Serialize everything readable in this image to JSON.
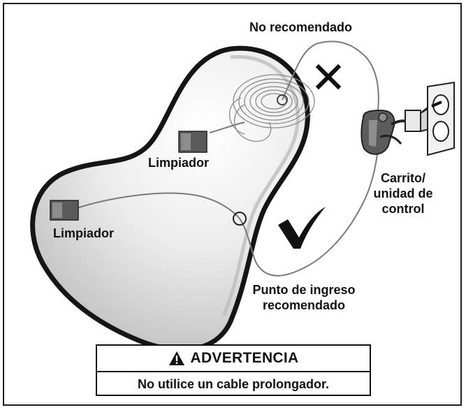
{
  "labels": {
    "not_recommended": "No recomendado",
    "cleaner_top": "Limpiador",
    "cleaner_left": "Limpiador",
    "cart": [
      "Carrito/",
      "unidad de",
      "control"
    ],
    "entry_point": [
      "Punto de ingreso",
      "recomendado"
    ]
  },
  "warning": {
    "title": "ADVERTENCIA",
    "text": "No utilice un cable prolongador.",
    "icon": "warning-triangle-icon"
  },
  "colors": {
    "pool_outline": "#151515",
    "pool_fill": "#d9d9d9",
    "cable": "#7a7a7a",
    "check": "#111111"
  }
}
